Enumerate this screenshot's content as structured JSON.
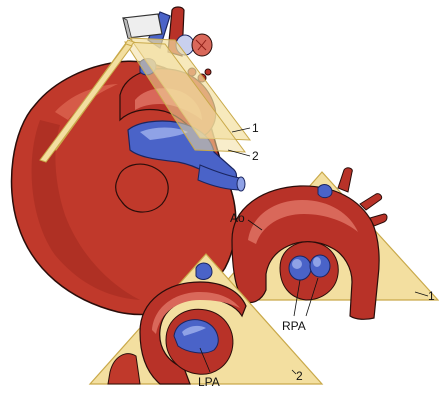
{
  "labels": {
    "plane_1_top": "1",
    "plane_2_top": "2",
    "aorta": "Ao",
    "rpa": "RPA",
    "plane_1_bottom": "1",
    "lpa": "LPA",
    "plane_2_bottom": "2"
  },
  "colors": {
    "heart": "#c0392b",
    "heart_dark": "#8e1f17",
    "vessel_red": "#b83228",
    "vessel_light": "#d9685a",
    "vein_blue": "#4a63c8",
    "vein_light": "#8fa2e6",
    "plane_yellow": "#f3dfa0",
    "plane_edge": "#c9a94a",
    "outline": "#2a0d0a"
  }
}
